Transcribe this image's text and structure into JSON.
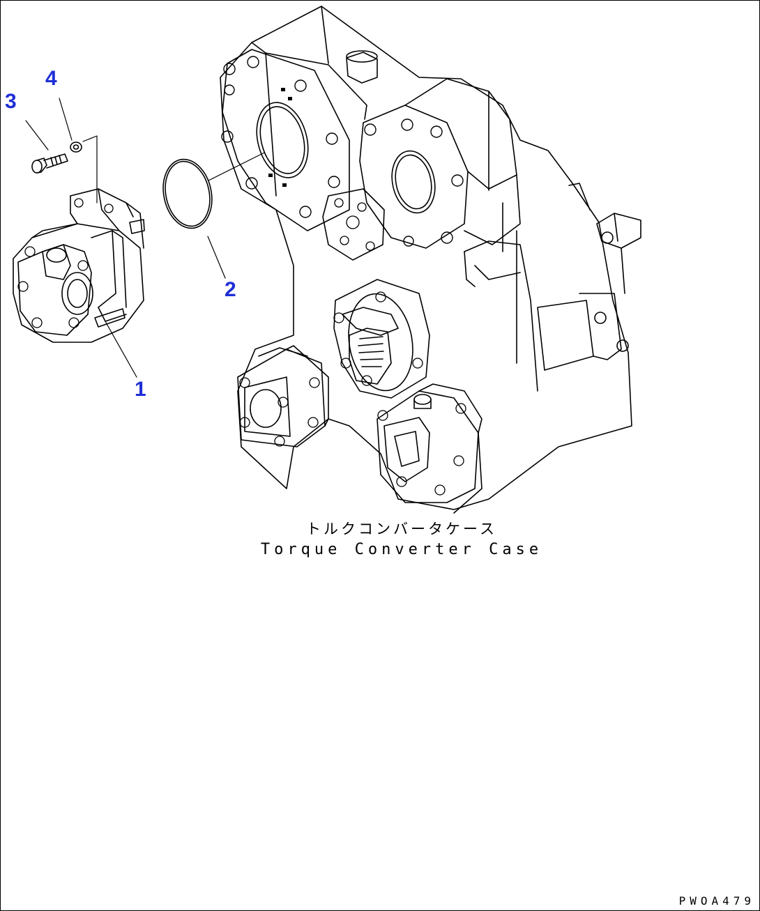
{
  "callouts": [
    {
      "id": "1",
      "label": "1"
    },
    {
      "id": "2",
      "label": "2"
    },
    {
      "id": "3",
      "label": "3"
    },
    {
      "id": "4",
      "label": "4"
    }
  ],
  "caption": {
    "japanese": "トルクコンバータケース",
    "english": "Torque Converter Case"
  },
  "drawing_code": "PWOA479",
  "colors": {
    "callout": "#1f2fd6",
    "line": "#000000",
    "background": "#ffffff"
  },
  "icons": [
    "pump-icon",
    "o-ring-icon",
    "bolt-icon",
    "washer-icon",
    "torque-converter-case-icon"
  ]
}
